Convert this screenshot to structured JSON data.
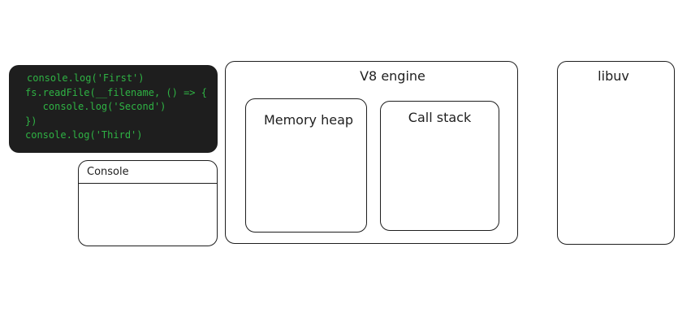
{
  "code": {
    "lines": [
      "console.log('First')",
      "fs.readFile(__filename, () => {",
      "   console.log('Second')",
      "})",
      "console.log('Third')"
    ]
  },
  "console": {
    "label": "Console"
  },
  "v8": {
    "label": "V8 engine",
    "memory_heap_label": "Memory heap",
    "call_stack_label": "Call stack"
  },
  "libuv": {
    "label": "libuv"
  },
  "colors": {
    "code_background": "#1e1e1e",
    "code_text": "#2fb344",
    "stroke": "#1e1e1e"
  }
}
